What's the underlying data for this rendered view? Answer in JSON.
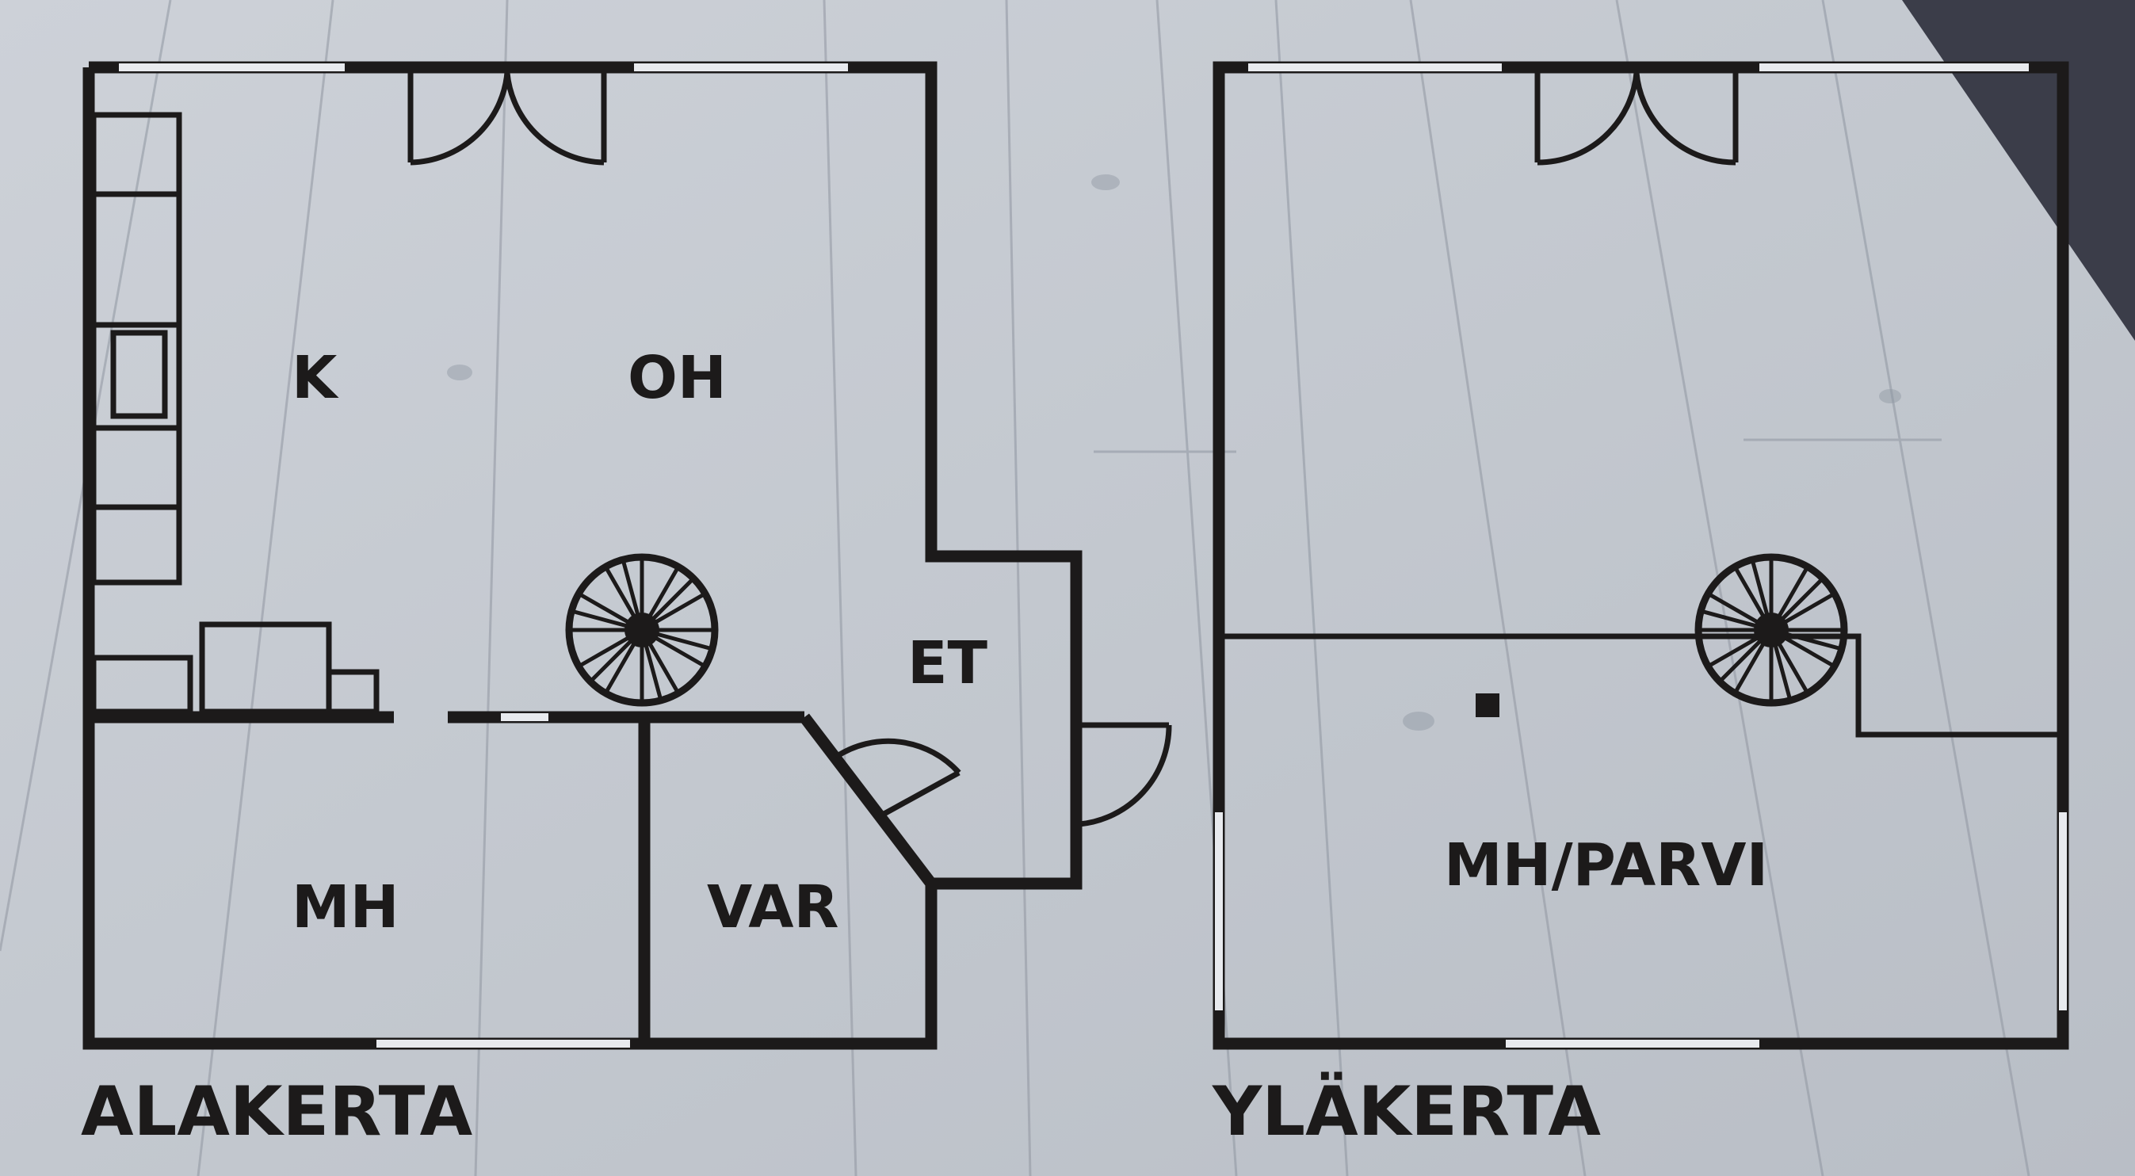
{
  "colors": {
    "wood_light": "#c9cdd4",
    "wood_mid": "#b3b8c1",
    "wood_dark": "#8f96a1",
    "wall": "#1c1a1a",
    "corner_shadow": "#3b3d49"
  },
  "floors": {
    "lower": {
      "title": "ALAKERTA"
    },
    "upper": {
      "title": "YLÄKERTA"
    }
  },
  "rooms": {
    "k": "K",
    "oh": "OH",
    "et": "ET",
    "mh": "MH",
    "var": "VAR",
    "mh_parvi": "MH/PARVI"
  },
  "icons": {
    "spiral_stair": "spiral-staircase-icon",
    "door": "door-swing-icon",
    "window": "window-icon"
  }
}
